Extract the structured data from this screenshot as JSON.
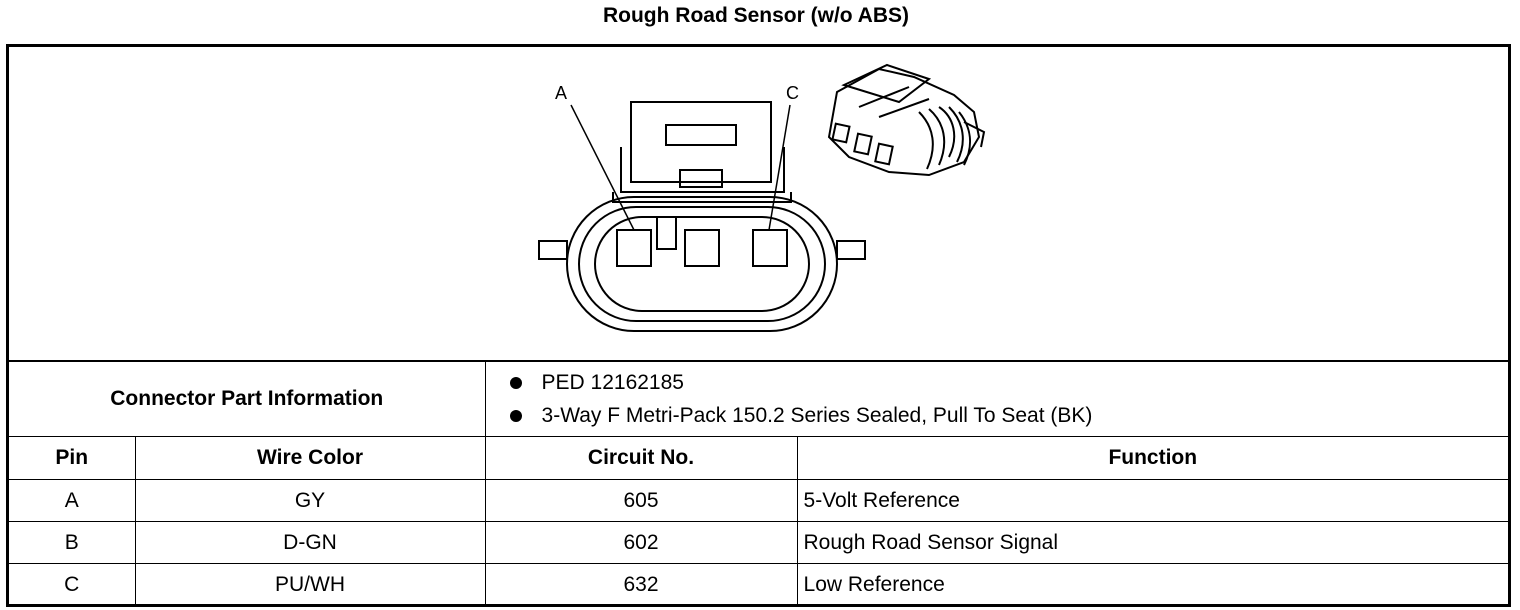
{
  "title": "Rough Road Sensor (w/o ABS)",
  "diagram": {
    "pin_label_a": "A",
    "pin_label_c": "C"
  },
  "connector_info": {
    "label": "Connector Part Information",
    "items": [
      "PED 12162185",
      "3-Way F Metri-Pack 150.2 Series Sealed, Pull To Seat (BK)"
    ]
  },
  "table": {
    "headers": [
      "Pin",
      "Wire Color",
      "Circuit No.",
      "Function"
    ],
    "rows": [
      [
        "A",
        "GY",
        "605",
        "5-Volt Reference"
      ],
      [
        "B",
        "D-GN",
        "602",
        "Rough Road Sensor Signal"
      ],
      [
        "C",
        "PU/WH",
        "632",
        "Low Reference"
      ]
    ]
  }
}
